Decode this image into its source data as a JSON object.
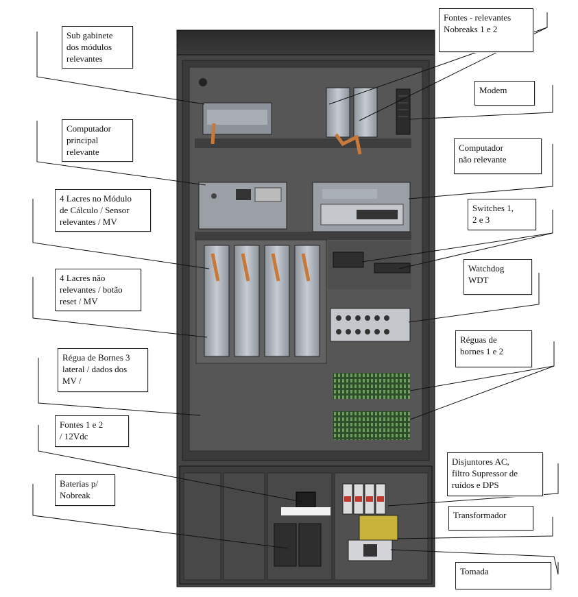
{
  "labels": {
    "sub_gabinete": "Sub gabinete\ndos módulos\nrelevantes",
    "computador_principal": "Computador\nprincipal\nrelevante",
    "lacres_modulo": "4 Lacres no Módulo\nde Cálculo / Sensor\nrelevantes / MV",
    "lacres_nao_relevantes": "4 Lacres não\nrelevantes / botão\nreset / MV",
    "regua_bornes_3": "Régua de Bornes 3\nlateral / dados dos\nMV /",
    "fontes_12vdc": "Fontes  1 e 2\n/ 12Vdc",
    "baterias": "Baterias p/\nNobreak",
    "fontes_nobreaks": "Fontes - relevantes\nNobreaks 1 e 2",
    "modem": "Modem",
    "computador_nao_relevante": "Computador\nnão relevante",
    "switches": "Switches 1,\n2 e 3",
    "watchdog": "Watchdog\nWDT",
    "reguas_bornes": "Réguas de\nbornes 1 e 2",
    "disjuntores": "Disjuntores AC,\nfiltro Supressor de\nruídos e DPS",
    "transformador": "Transformador",
    "tomada": "Tomada"
  },
  "colors": {
    "cabinet_body": "#4a4a4a",
    "cabinet_dark": "#2e2e2e",
    "panel": "#5b5b5b",
    "module": "#b9bec6",
    "cable_orange": "#c8793a",
    "terminal_green": "#3f6b35",
    "breaker_red": "#c0392b",
    "transformer_yellow": "#c9b23a"
  }
}
